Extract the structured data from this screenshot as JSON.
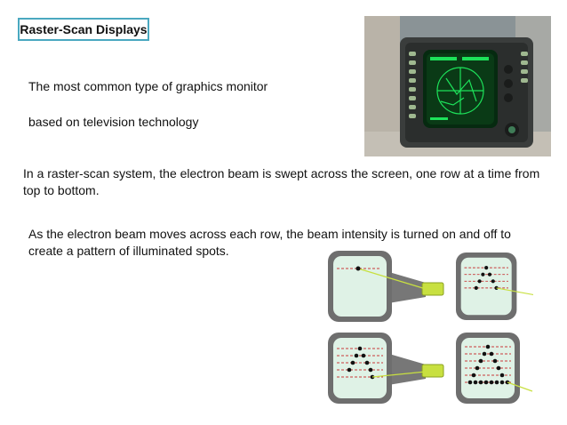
{
  "slide": {
    "title": "Raster-Scan Displays",
    "line1": "The most common type of graphics monitor",
    "line2": "based on television technology",
    "para1": "In a raster-scan system, the electron beam is swept across the screen, one row at a time from top to bottom.",
    "para2": "As the electron beam moves across each row, the beam intensity is turned on and off to create a pattern of illuminated spots."
  },
  "colors": {
    "title_border": "#4aa8c0",
    "screen_phosphor": "#dff2e6",
    "crt_body": "#6e6e6e",
    "beam_line": "#c83a3a",
    "electron_gun": "#c8e040",
    "monitor_glow": "#1de25a"
  }
}
